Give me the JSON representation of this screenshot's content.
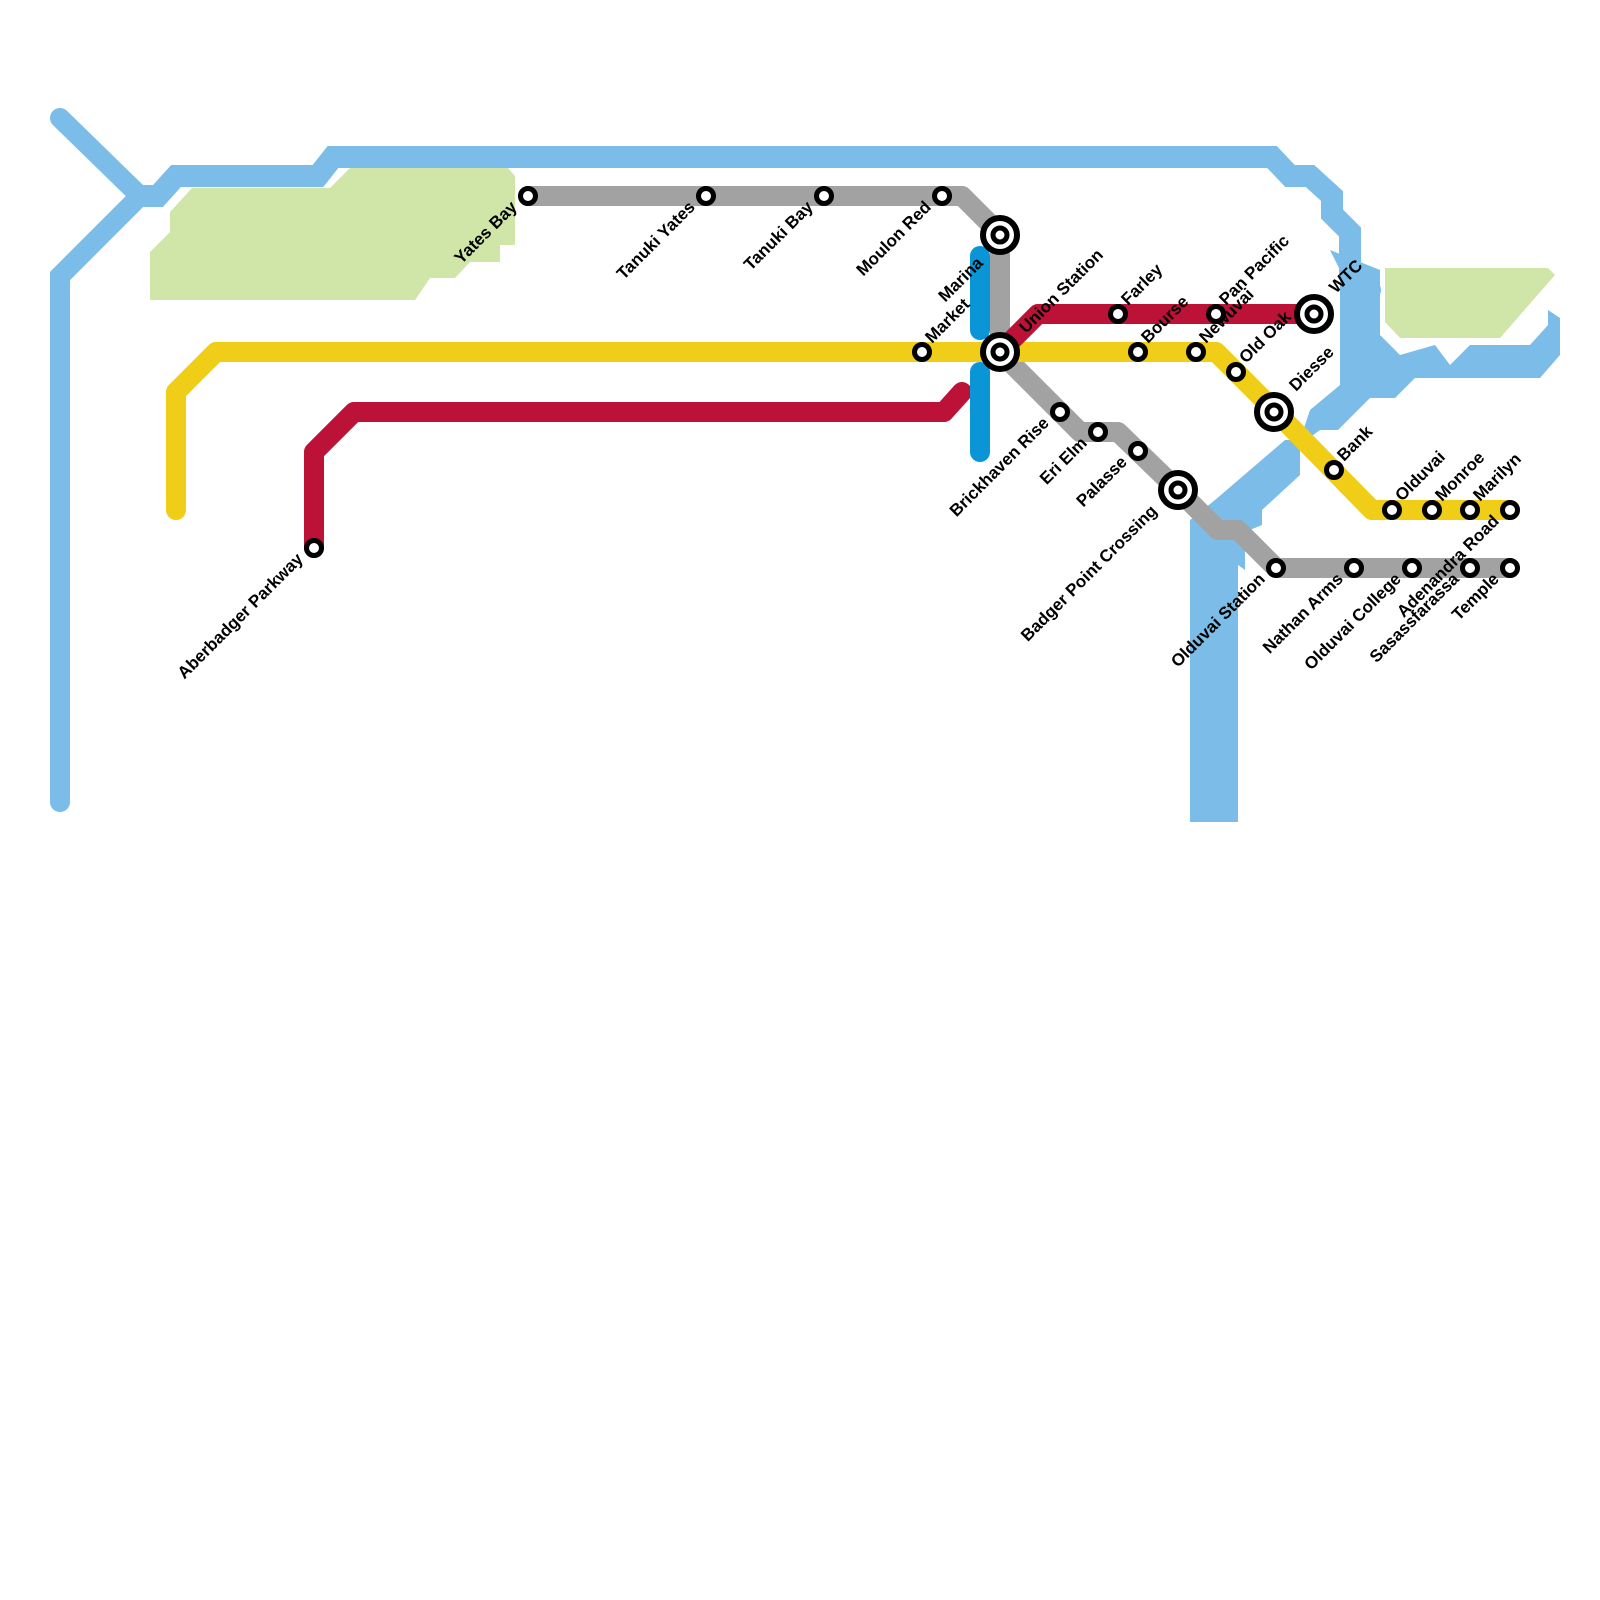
{
  "map": {
    "colors": {
      "background": "#ffffff",
      "water": "#7bbde8",
      "park": "#d0e5a8",
      "station_outline": "#000000"
    },
    "lines": [
      {
        "id": "gray",
        "color": "#a2a2a2"
      },
      {
        "id": "yellow",
        "color": "#f0cd17"
      },
      {
        "id": "red",
        "color": "#bc1237"
      },
      {
        "id": "blue",
        "color": "#0a96d6"
      }
    ],
    "stations": [
      {
        "id": "yates-bay",
        "name": "Yates Bay",
        "type": "stop",
        "lines": [
          "gray"
        ]
      },
      {
        "id": "tanuki-yates",
        "name": "Tanuki Yates",
        "type": "stop",
        "lines": [
          "gray"
        ]
      },
      {
        "id": "tanuki-bay",
        "name": "Tanuki Bay",
        "type": "stop",
        "lines": [
          "gray"
        ]
      },
      {
        "id": "moulon-red",
        "name": "Moulon Red",
        "type": "stop",
        "lines": [
          "gray"
        ]
      },
      {
        "id": "marina",
        "name": "Marina",
        "type": "interchange",
        "lines": [
          "gray",
          "blue"
        ]
      },
      {
        "id": "market",
        "name": "Market",
        "type": "stop",
        "lines": [
          "yellow"
        ]
      },
      {
        "id": "union-station",
        "name": "Union Station",
        "type": "interchange",
        "lines": [
          "gray",
          "yellow",
          "red",
          "blue"
        ]
      },
      {
        "id": "farley",
        "name": "Farley",
        "type": "stop",
        "lines": [
          "red"
        ]
      },
      {
        "id": "bourse",
        "name": "Bourse",
        "type": "stop",
        "lines": [
          "yellow"
        ]
      },
      {
        "id": "pan-pacific",
        "name": "Pan Pacific",
        "type": "stop",
        "lines": [
          "red"
        ]
      },
      {
        "id": "newuvai",
        "name": "Newuvai",
        "type": "stop",
        "lines": [
          "yellow"
        ]
      },
      {
        "id": "old-oak",
        "name": "Old Oak",
        "type": "stop",
        "lines": [
          "yellow"
        ]
      },
      {
        "id": "wtc",
        "name": "WTC",
        "type": "interchange",
        "lines": [
          "red"
        ]
      },
      {
        "id": "diesse",
        "name": "Diesse",
        "type": "interchange",
        "lines": [
          "yellow"
        ]
      },
      {
        "id": "bank",
        "name": "Bank",
        "type": "stop",
        "lines": [
          "yellow"
        ]
      },
      {
        "id": "olduvai",
        "name": "Olduvai",
        "type": "stop",
        "lines": [
          "yellow"
        ]
      },
      {
        "id": "monroe",
        "name": "Monroe",
        "type": "stop",
        "lines": [
          "yellow"
        ]
      },
      {
        "id": "marilyn",
        "name": "Marilyn",
        "type": "stop",
        "lines": [
          "yellow"
        ]
      },
      {
        "id": "adenandra-road",
        "name": "Adenandra Road",
        "type": "stop",
        "lines": [
          "yellow"
        ]
      },
      {
        "id": "brickhaven-rise",
        "name": "Brickhaven Rise",
        "type": "stop",
        "lines": [
          "gray"
        ]
      },
      {
        "id": "eri-elm",
        "name": "Eri Elm",
        "type": "stop",
        "lines": [
          "gray"
        ]
      },
      {
        "id": "palasse",
        "name": "Palasse",
        "type": "stop",
        "lines": [
          "gray"
        ]
      },
      {
        "id": "badger-point-crossing",
        "name": "Badger Point Crossing",
        "type": "interchange",
        "lines": [
          "gray"
        ]
      },
      {
        "id": "olduvai-station",
        "name": "Olduvai Station",
        "type": "stop",
        "lines": [
          "gray"
        ]
      },
      {
        "id": "nathan-arms",
        "name": "Nathan Arms",
        "type": "stop",
        "lines": [
          "gray"
        ]
      },
      {
        "id": "olduvai-college",
        "name": "Olduvai College",
        "type": "stop",
        "lines": [
          "gray"
        ]
      },
      {
        "id": "sasassfarassa",
        "name": "Sasassfarassa",
        "type": "stop",
        "lines": [
          "gray"
        ]
      },
      {
        "id": "temple",
        "name": "Temple",
        "type": "stop",
        "lines": [
          "gray"
        ]
      },
      {
        "id": "aberbadger-parkway",
        "name": "Aberbadger Parkway",
        "type": "stop",
        "lines": [
          "red"
        ]
      }
    ]
  }
}
